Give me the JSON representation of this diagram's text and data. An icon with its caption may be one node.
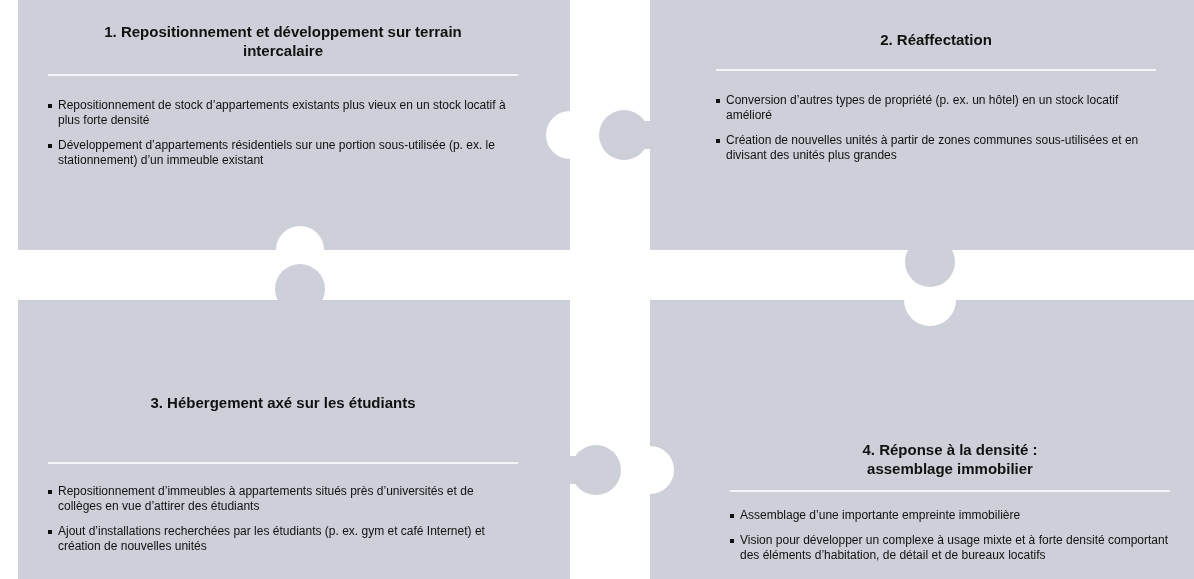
{
  "diagram": {
    "nodes": [
      {
        "text": [
          "1. Repositionnement et développement sur terrain intercalaire",
          "Repositionnement de stock d’appartements existants plus vieux en un stock locatif à plus forte densité",
          "Développement d’appartements résidentiels sur une portion sous-utilisée (p. ex. le stationnement) d’un immeuble existant"
        ]
      },
      {
        "text": [
          "2. Réaffectation",
          "Conversion d’autres types de propriété (p. ex. un hôtel) en un stock locatif amélioré",
          "Création de nouvelles unités à partir de zones communes sous-utilisées et en divisant des unités plus grandes"
        ]
      },
      {
        "text": [
          "3. Hébergement axé sur les étudiants",
          "Repositionnement d’immeubles à appartements situés près d’universités et de collèges en vue d’attirer des étudiants",
          "Ajout d’installations recherchées par les étudiants (p. ex. gym et café Internet) et création de nouvelles unités"
        ]
      },
      {
        "text": [
          "4. Réponse à la densité : assemblage immobilier",
          "Assemblage d’une importante empreinte immobilière",
          "Vision pour développer un complexe à usage mixte et à forte densité comportant des éléments d’habitation, de détail et de bureaux locatifs"
        ]
      }
    ]
  }
}
